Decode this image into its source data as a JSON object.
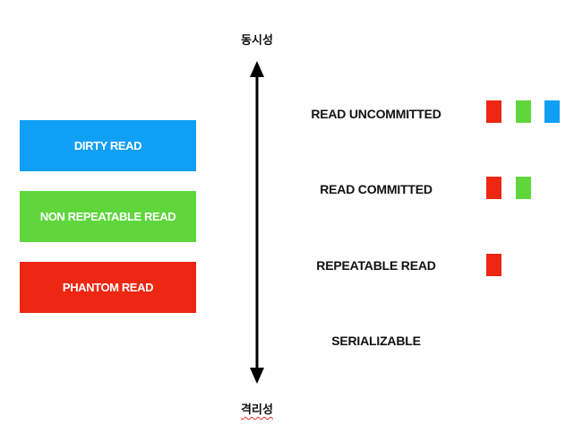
{
  "axis": {
    "top_label": "동시성",
    "bottom_label": "격리성"
  },
  "legend": [
    {
      "label": "DIRTY READ",
      "color": "#0f9ff5"
    },
    {
      "label": "NON REPEATABLE READ",
      "color": "#5fd63c"
    },
    {
      "label": "PHANTOM READ",
      "color": "#ee2712"
    }
  ],
  "levels": [
    {
      "label": "READ UNCOMMITTED",
      "anomalies": [
        "PHANTOM READ",
        "NON REPEATABLE READ",
        "DIRTY READ"
      ]
    },
    {
      "label": "READ COMMITTED",
      "anomalies": [
        "PHANTOM READ",
        "NON REPEATABLE READ"
      ]
    },
    {
      "label": "REPEATABLE READ",
      "anomalies": [
        "PHANTOM READ"
      ]
    },
    {
      "label": "SERIALIZABLE",
      "anomalies": []
    }
  ],
  "colors": {
    "red": "#ee2712",
    "green": "#5fd63c",
    "blue": "#0f9ff5",
    "axis": "#000000"
  }
}
